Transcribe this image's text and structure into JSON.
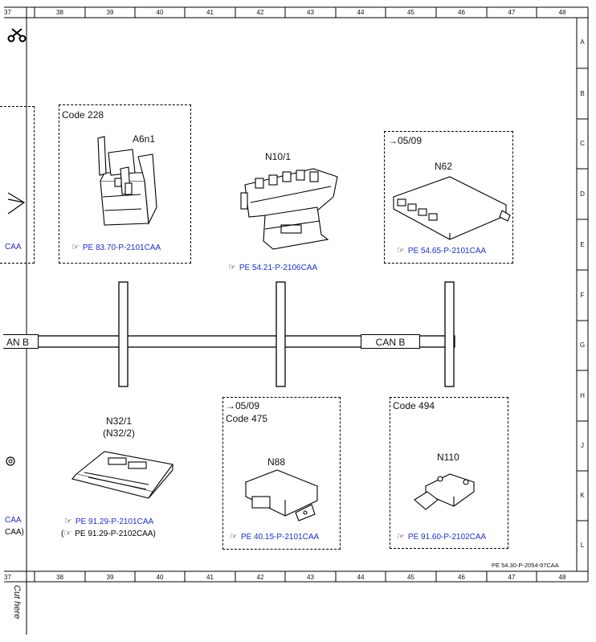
{
  "grid": {
    "columns": [
      "37",
      "38",
      "39",
      "40",
      "41",
      "42",
      "43",
      "44",
      "45",
      "46",
      "47",
      "48"
    ],
    "rows": [
      "A",
      "B",
      "C",
      "D",
      "E",
      "F",
      "G",
      "H",
      "J",
      "K",
      "L"
    ]
  },
  "icons": {
    "scissors": "scissors-icon",
    "hand": "pointing-hand-icon"
  },
  "cut_here": "Cut here",
  "drawing_number": "PE 54.30-P-2054-97CAA",
  "bus": {
    "left_label": "AN B",
    "right_label": "CAN B"
  },
  "components": {
    "a6n1": {
      "code": "Code 228",
      "name": "A6n1",
      "ref": "PE 83.70-P-2101CAA"
    },
    "n10_1": {
      "name": "N10/1",
      "ref": "PE 54.21-P-2106CAA"
    },
    "n62": {
      "date": "05/09",
      "name": "N62",
      "ref": "PE 54.65-P-2101CAA"
    },
    "n32_1": {
      "name": "N32/1",
      "name_alt": "(N32/2)",
      "ref": "PE 91.29-P-2101CAA",
      "ref_alt": "PE 91.29-P-2102CAA)"
    },
    "n88": {
      "date": "05/09",
      "code": "Code 475",
      "name": "N88",
      "ref": "PE 40.15-P-2101CAA"
    },
    "n110": {
      "code": "Code 494",
      "name": "N110",
      "ref": "PE 91.60-P-2102CAA"
    }
  },
  "edge_left": {
    "ref_top": "CAA",
    "ref_mid": "CAA",
    "ref_bot": "CAA)"
  },
  "colors": {
    "reference_link": "#1a2fd6"
  }
}
